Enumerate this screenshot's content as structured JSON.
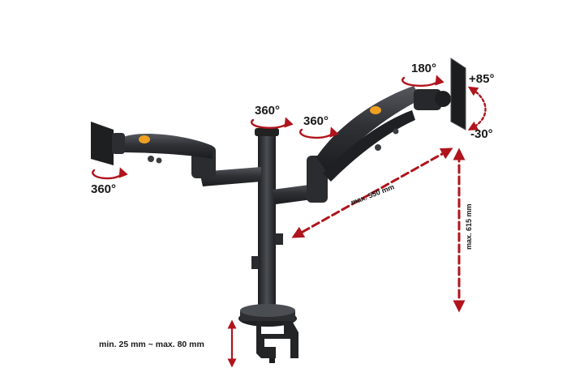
{
  "labels": {
    "rotate_left_arm": "360°",
    "rotate_pole_top": "360°",
    "rotate_right_arm": "360°",
    "rotate_top_right": "180°",
    "tilt_up": "+85°",
    "tilt_down": "-30°",
    "reach": "max. 550 mm",
    "height": "max. 615 mm",
    "clamp": "min. 25 mm ~ max. 80 mm"
  },
  "colors": {
    "arrow": "#b0141c",
    "arm": "#2b2d30",
    "arm_highlight": "#4a4d52",
    "accent": "#f0a020",
    "text": "#1a1a1a"
  }
}
